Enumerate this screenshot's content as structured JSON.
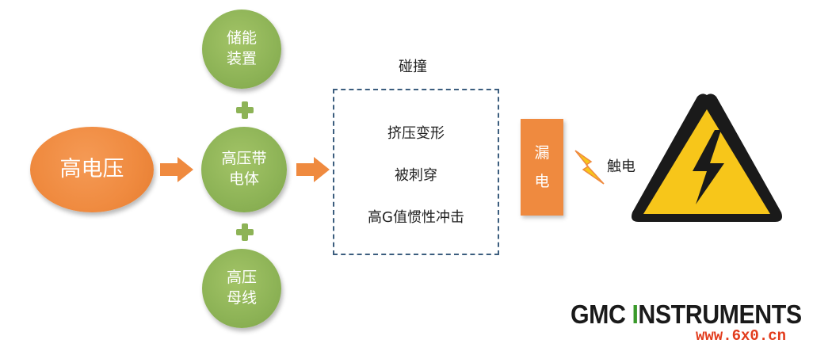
{
  "nodes": {
    "high_voltage": "高电压",
    "energy_storage": [
      "储能",
      "装置"
    ],
    "hv_body": [
      "高压带",
      "电体"
    ],
    "hv_busbar": [
      "高压",
      "母线"
    ]
  },
  "collision": {
    "title": "碰撞",
    "items": [
      "挤压变形",
      "被刺穿",
      "高G值惯性冲击"
    ]
  },
  "leak": [
    "漏",
    "电"
  ],
  "contact": "触电",
  "logo": {
    "prefix": "GMC ",
    "highlight": "I",
    "suffix": "NSTRUMENTS"
  },
  "site": "www.6x0.cn",
  "colors": {
    "green": "#8db356",
    "orange": "#ef8a3f",
    "dash": "#3b5d7e",
    "warning_yellow": "#f7c61a"
  }
}
